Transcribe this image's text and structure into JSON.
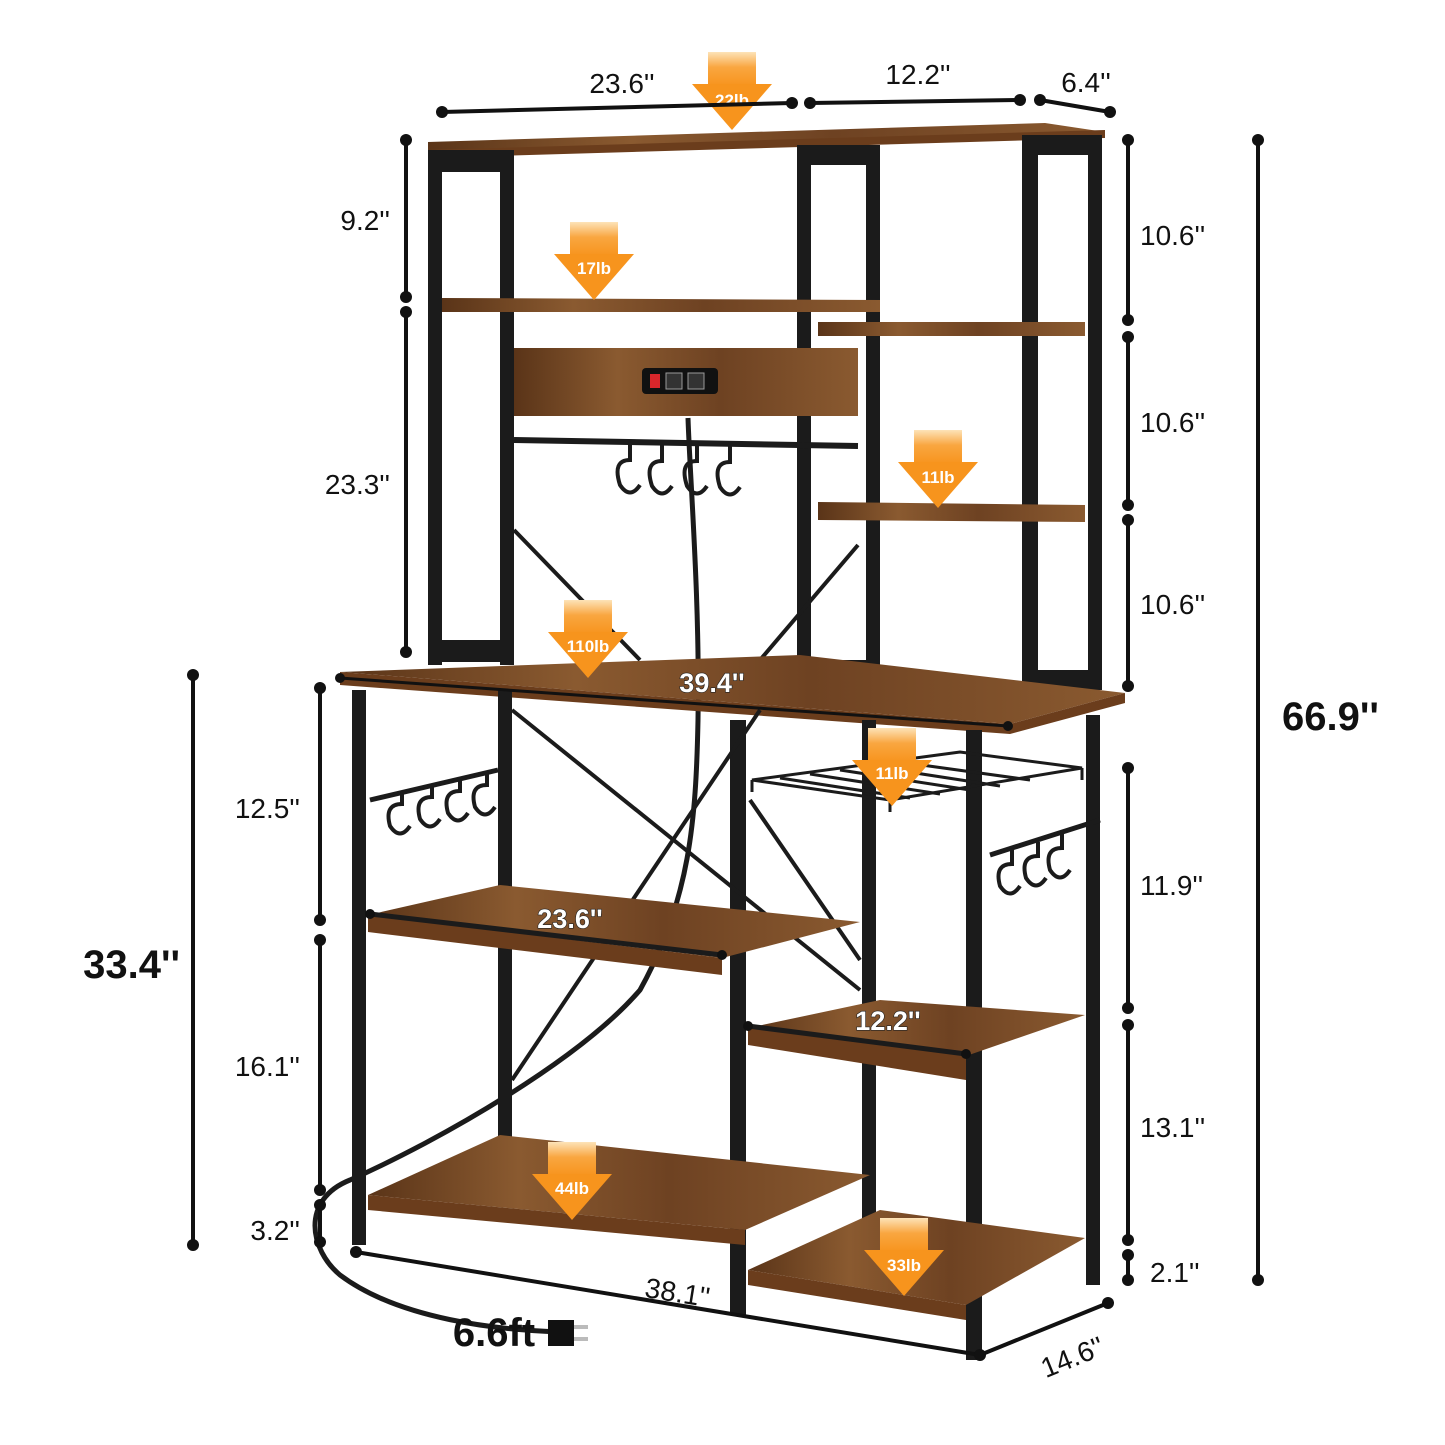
{
  "dimensions": {
    "top_width": "23.6''",
    "top_right_width": "12.2''",
    "top_depth": "6.4''",
    "hutch_top_gap": "9.2''",
    "hutch_height": "23.3''",
    "right_gap_1": "10.6''",
    "right_gap_2": "10.6''",
    "right_gap_3": "10.6''",
    "total_height": "66.9''",
    "desk_width": "39.4''",
    "desk_height": "33.4''",
    "upper_gap": "12.5''",
    "middle_gap": "16.1''",
    "floor_clearance": "3.2''",
    "left_shelf_width": "23.6''",
    "right_shelf_width": "12.2''",
    "right_upper_gap": "11.9''",
    "right_lower_gap": "13.1''",
    "right_floor_clearance": "2.1''",
    "base_width": "38.1''",
    "base_depth": "14.6''",
    "cord_length": "6.6ft"
  },
  "loads": {
    "top": "22lb",
    "hutch_shelf": "17lb",
    "right_shelf": "11lb",
    "desk": "110lb",
    "basket": "11lb",
    "bottom_left": "44lb",
    "bottom_right": "33lb"
  },
  "colors": {
    "wood_dark": "#5a3418",
    "wood_mid": "#8a5a30",
    "steel": "#1b1b1b",
    "load_arrow": "#f7941d"
  }
}
